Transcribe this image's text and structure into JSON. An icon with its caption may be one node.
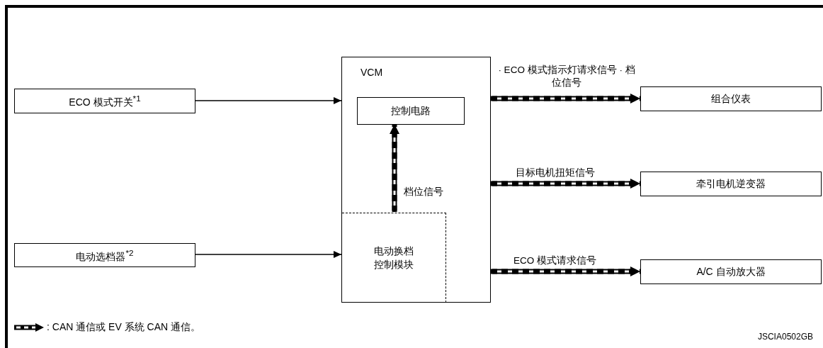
{
  "diagram": {
    "nodes": [
      {
        "text": [
          "ECO 模式开关$^{*1}$"
        ]
      },
      {
        "text": [
          "电动选档器$^{*2}$"
        ]
      },
      {
        "text": [
          "VCM"
        ]
      },
      {
        "text": [
          "控制电路"
        ],
        "in": 2
      },
      {
        "text": [
          "电动换档控制模块"
        ],
        "in": 2
      },
      {
        "text": [
          "组合仪表"
        ]
      },
      {
        "text": [
          "牵引电机逆变器"
        ]
      },
      {
        "text": [
          "A/C 自动放大器"
        ]
      }
    ],
    "edges": [
      {
        "from": 0,
        "to": 2,
        "arrow": "to"
      },
      {
        "from": 1,
        "to": 4,
        "arrow": "to"
      },
      {
        "from": 4,
        "to": 3,
        "arrow": "to",
        "label": "档位信号",
        "style": "dashed"
      },
      {
        "from": 2,
        "to": 5,
        "arrow": "to",
        "label": "· ECO 模式指示灯请求信号 · 档位信号",
        "style": "dashed"
      },
      {
        "from": 2,
        "to": 6,
        "arrow": "to",
        "label": "目标电机扭矩信号",
        "style": "dashed"
      },
      {
        "from": 2,
        "to": 7,
        "arrow": "to",
        "label": "ECO 模式请求信号",
        "style": "dashed"
      }
    ],
    "labels": [
      "JSCIA0502GB"
    ],
    "legend": [
      {
        "text": ": CAN 通信或 EV 系统 CAN 通信。"
      }
    ]
  }
}
